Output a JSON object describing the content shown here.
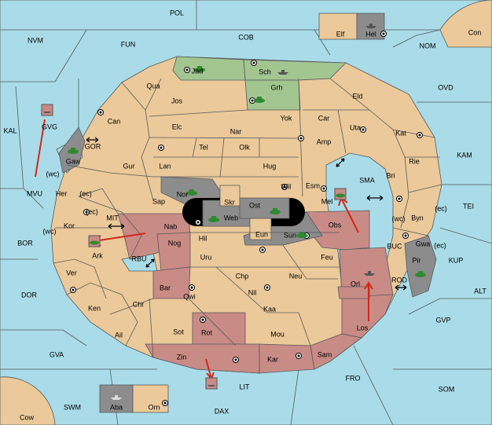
{
  "labels": {
    "pol": "POL",
    "cob": "COB",
    "nvm": "NVM",
    "fun": "FUN",
    "nom": "NOM",
    "con": "Con",
    "elf": "Elf",
    "hel": "Hel",
    "ovd": "OVD",
    "kal": "KAL",
    "gvg": "GVG",
    "gor": "GOR",
    "gaw": "Gaw",
    "mvu": "MVU",
    "wc1": "(wc)",
    "her": "Her",
    "ec1": "(ec)",
    "kam": "KAM",
    "sma": "SMA",
    "tei": "TEI",
    "mit": "MIT",
    "bor": "BOR",
    "kor": "Kor",
    "ec2": "(ec)",
    "wc2": "(wc)",
    "ark": "Ark",
    "rbu": "RBU",
    "dor": "DOR",
    "ver": "Ver",
    "ken": "Ken",
    "ail": "Ail",
    "chr": "Chr",
    "gva": "GVA",
    "swm": "SWM",
    "cow": "Cow",
    "aba": "Aba",
    "orn": "Orn",
    "dax": "DAX",
    "lit": "LIT",
    "fro": "FRO",
    "som": "SOM",
    "gvp": "GVP",
    "alt": "ALT",
    "kup": "KUP",
    "buc": "BUC",
    "rod": "ROD",
    "pir": "Pir",
    "gwa": "Gwa",
    "ec3": "(ec)",
    "byn": "Byn",
    "wc3": "(wc)",
    "ec4": "(ec)",
    "jad": "Jad",
    "sch": "Sch",
    "grh": "Grh",
    "qua": "Qua",
    "jos": "Jos",
    "can": "Can",
    "eld": "Eld",
    "uta": "Uta",
    "kat": "Kat",
    "rie": "Rie",
    "bri": "Bri",
    "yok": "Yok",
    "car": "Car",
    "amp": "Amp",
    "elc": "Elc",
    "nar": "Nar",
    "tel": "Tel",
    "olk": "Olk",
    "gur": "Gur",
    "lan": "Lan",
    "hug": "Hug",
    "wil": "Wil",
    "esm": "Esm",
    "mel": "Mel",
    "nor": "Nor",
    "skr": "Skr",
    "ost": "Ost",
    "web": "Web",
    "sap": "Sap",
    "nab": "Nab",
    "obs": "Obs",
    "eun": "Eun",
    "sun": "Sun",
    "nog": "Nog",
    "hil": "Hil",
    "uru": "Uru",
    "feu": "Feu",
    "chp": "Chp",
    "neu": "Neu",
    "orl": "Orl",
    "bar": "Bar",
    "qwi": "Qwi",
    "nil": "Nil",
    "kaa": "Kaa",
    "los": "Los",
    "rot": "Rot",
    "sot": "Sot",
    "mou": "Mou",
    "zin": "Zin",
    "kar": "Kar",
    "sam": "Sam"
  },
  "colors": {
    "sea": "#a9dce8",
    "land": "#ecc99a",
    "green_power": "#a3c691",
    "red_power": "#c98b86",
    "grey_power": "#8c8c8c",
    "move_arrow": "#d2271c"
  },
  "units": [
    {
      "icon": "army-icon",
      "at": "Jad"
    },
    {
      "icon": "fleet-icon",
      "at": "Sch"
    },
    {
      "icon": "army-icon",
      "at": "Grh"
    },
    {
      "icon": "fleet-icon",
      "at": "Hel"
    },
    {
      "icon": "army-icon",
      "at": "Gaw"
    },
    {
      "icon": "fleet-icon",
      "at": "GVG"
    },
    {
      "icon": "army-icon",
      "at": "Nor"
    },
    {
      "icon": "army-icon",
      "at": "Web"
    },
    {
      "icon": "army-icon",
      "at": "Ost"
    },
    {
      "icon": "army-icon",
      "at": "Sun"
    },
    {
      "icon": "army-icon",
      "at": "Mel"
    },
    {
      "icon": "army-icon",
      "at": "Ark"
    },
    {
      "icon": "fleet-icon",
      "at": "Orl"
    },
    {
      "icon": "army-icon",
      "at": "Pir"
    },
    {
      "icon": "fleet-icon",
      "at": "LIT"
    },
    {
      "icon": "fleet-icon",
      "at": "Aba"
    }
  ]
}
